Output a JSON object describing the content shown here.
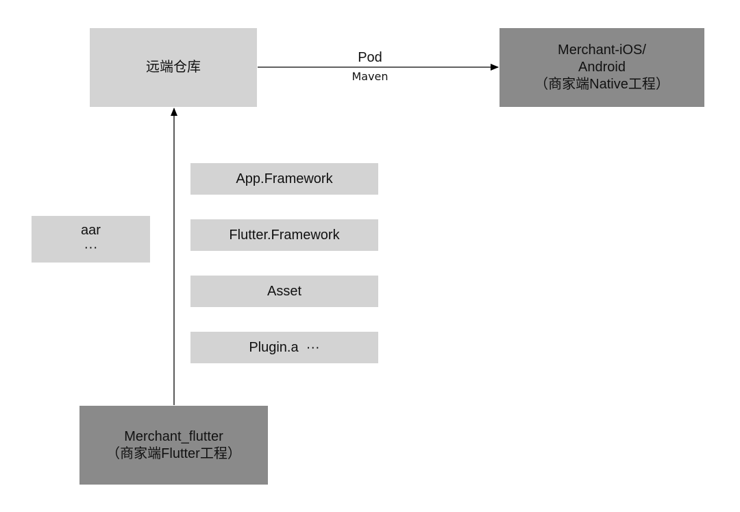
{
  "nodes": {
    "remote_repo": {
      "lines": [
        "远端仓库"
      ]
    },
    "native_project": {
      "lines": [
        "Merchant-iOS/",
        "Android",
        "（商家端Native工程）"
      ]
    },
    "flutter_project": {
      "lines": [
        "Merchant_flutter",
        "（商家端Flutter工程）"
      ]
    },
    "aar": {
      "lines": [
        "aar",
        "···"
      ]
    }
  },
  "artifacts": [
    "App.Framework",
    "Flutter.Framework",
    "Asset",
    "Plugin.a  ···"
  ],
  "edges": {
    "repo_to_native": {
      "label": "Pod",
      "sublabel": "Maven"
    },
    "flutter_to_repo": {
      "label": ""
    }
  },
  "colors": {
    "light_box": "#d3d3d3",
    "dark_box": "#8a8a8a",
    "arrow": "#000000",
    "background": "#ffffff"
  }
}
